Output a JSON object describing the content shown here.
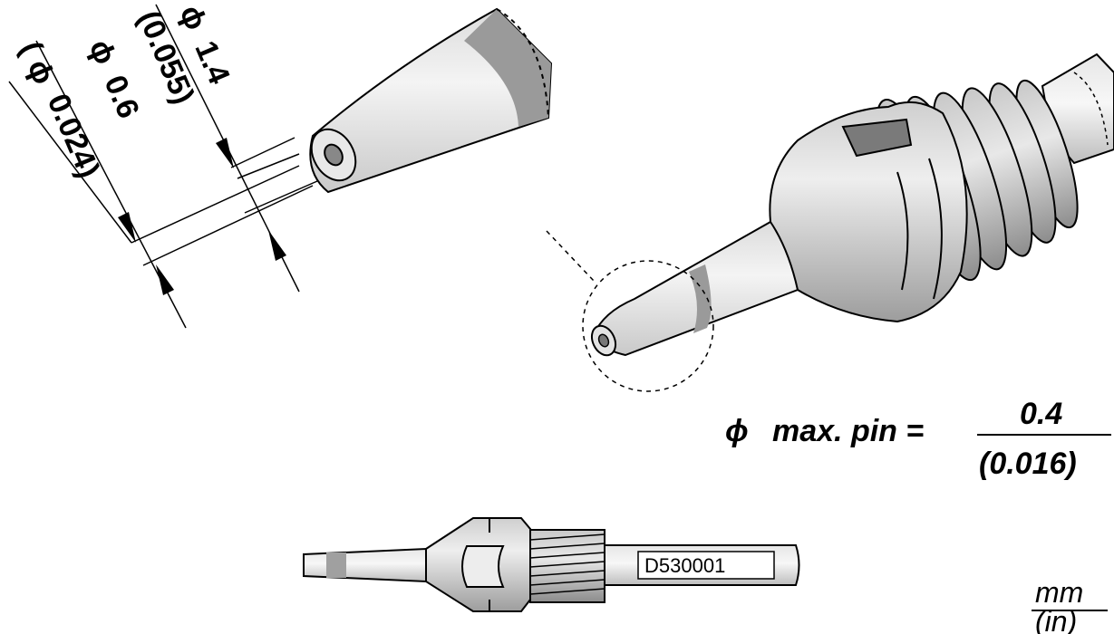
{
  "dimensions": {
    "outer": {
      "symbol": "ϕ",
      "value": "1.4",
      "imperial": "(0.055)"
    },
    "inner": {
      "symbol": "ϕ",
      "value": "0.6",
      "imperial": "0.024)",
      "imperial_open": "("
    }
  },
  "max_pin": {
    "symbol": "ϕ",
    "label": "max. pin =",
    "numerator": "0.4",
    "denominator": "(0.016)"
  },
  "part_number": "D530001",
  "units": {
    "metric": "mm",
    "imperial": "(in)"
  }
}
